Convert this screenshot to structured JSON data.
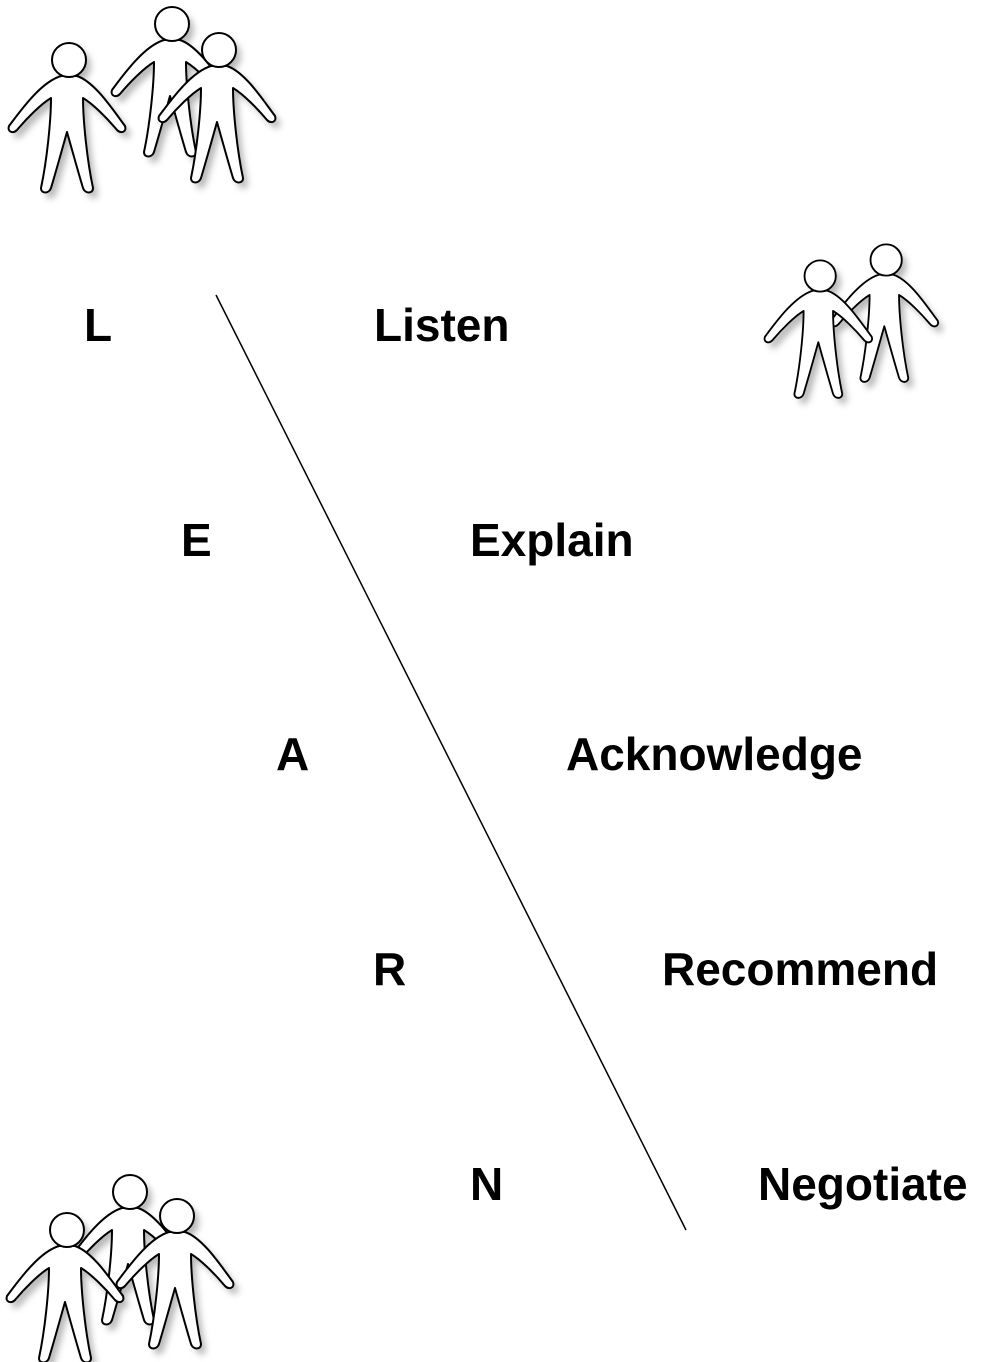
{
  "rows": [
    {
      "letter": "L",
      "word": "Listen"
    },
    {
      "letter": "E",
      "word": "Explain"
    },
    {
      "letter": "A",
      "word": "Acknowledge"
    },
    {
      "letter": "R",
      "word": "Recommend"
    },
    {
      "letter": "N",
      "word": "Negotiate"
    }
  ],
  "colors": {
    "text": "#000000",
    "line": "#000000",
    "figure_fill": "#ffffff",
    "figure_stroke": "#000000",
    "shadow": "#9a9a9a"
  },
  "icons": [
    "people-group-icon",
    "people-pair-icon"
  ]
}
